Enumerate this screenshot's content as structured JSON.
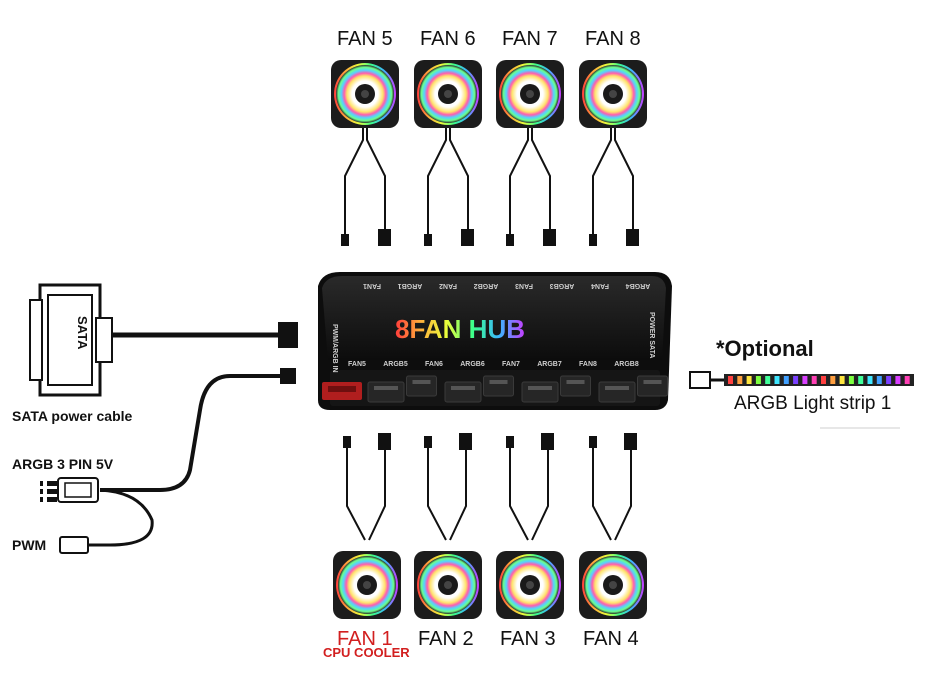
{
  "top_fans": [
    {
      "label": "FAN 5"
    },
    {
      "label": "FAN 6"
    },
    {
      "label": "FAN 7"
    },
    {
      "label": "FAN 8"
    }
  ],
  "bottom_fans": [
    {
      "label": "FAN 1",
      "sublabel": "CPU COOLER",
      "label_color": "#d21f1f"
    },
    {
      "label": "FAN 2"
    },
    {
      "label": "FAN 3"
    },
    {
      "label": "FAN 4"
    }
  ],
  "hub": {
    "title": "8FAN HUB",
    "top_ports": [
      "FAN1",
      "ARGB1",
      "FAN2",
      "ARGB2",
      "FAN3",
      "ARGB3",
      "FAN4",
      "ARGB4"
    ],
    "bottom_ports": [
      "FAN5",
      "ARGB5",
      "FAN6",
      "ARGB6",
      "FAN7",
      "ARGB7",
      "FAN8",
      "ARGB8"
    ],
    "left_side": "PWM/ARGB IN",
    "right_side": "POWER SATA"
  },
  "cables": {
    "sata": "SATA power cable",
    "sata_connector": "SATA",
    "argb": "ARGB 3 PIN 5V",
    "pwm": "PWM"
  },
  "optional": {
    "label": "*Optional",
    "strip_label": "ARGB Light strip 1"
  },
  "colors": {
    "hub_body": "#1a1a1a",
    "accent_red": "#d21f1f"
  }
}
